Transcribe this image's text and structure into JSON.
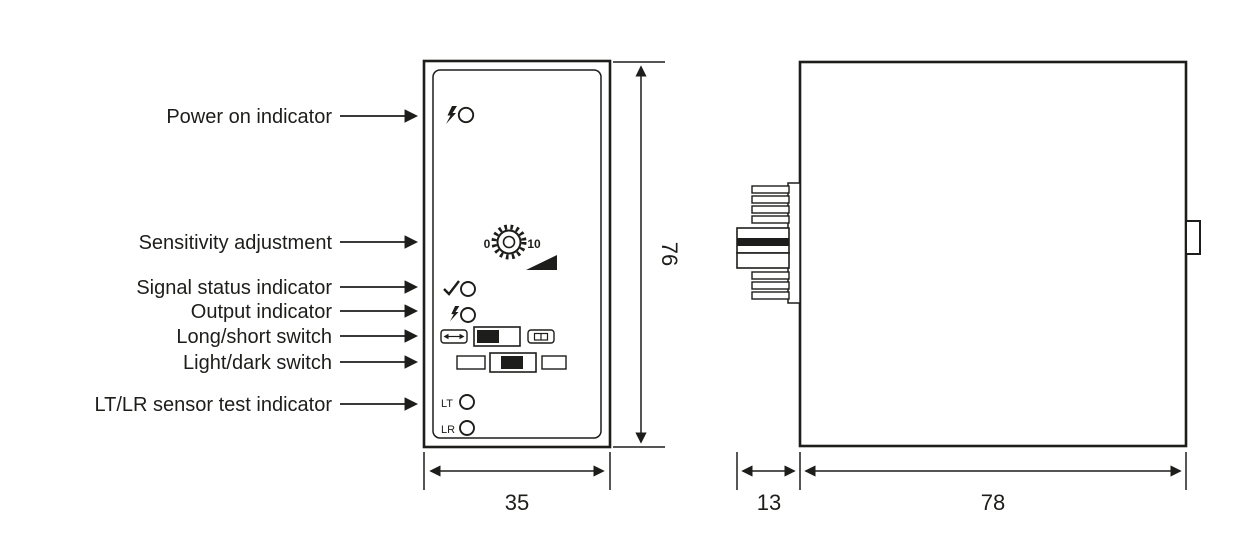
{
  "diagram": {
    "callouts": [
      {
        "label": "Power on indicator"
      },
      {
        "label": "Sensitivity adjustment"
      },
      {
        "label": "Signal status indicator"
      },
      {
        "label": "Output indicator"
      },
      {
        "label": "Long/short switch"
      },
      {
        "label": "Light/dark switch"
      },
      {
        "label": "LT/LR sensor test indicator"
      }
    ],
    "front_panel": {
      "knob_scale_min": "0",
      "knob_scale_max": "10",
      "lt_label": "LT",
      "lr_label": "LR"
    },
    "dimensions": {
      "front_width": "35",
      "front_height": "76",
      "connector_depth": "13",
      "body_depth": "78"
    },
    "colors": {
      "line": "#1d1d1b",
      "background": "#ffffff"
    }
  }
}
